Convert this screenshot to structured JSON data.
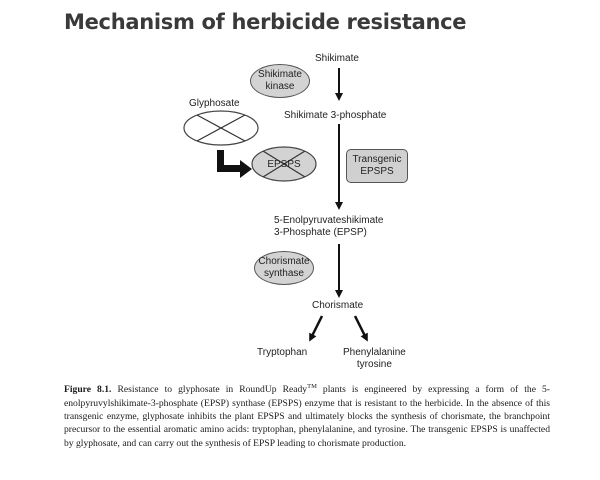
{
  "title": "Mechanism of herbicide resistance",
  "diagram": {
    "shikimate": "Shikimate",
    "shikimate_kinase": "Shikimate\nkinase",
    "shikimate_3_phosphate": "Shikimate 3-phosphate",
    "glyphosate": "Glyphosate",
    "epsps": "EPSPS",
    "transgenic_epsps": "Transgenic\nEPSPS",
    "epsp": "5-Enolpyruvateshikimate\n3-Phosphate (EPSP)",
    "chorismate_synthase": "Chorismate\nsynthase",
    "chorismate": "Chorismate",
    "tryptophan": "Tryptophan",
    "phenylalanine_tyrosine": "Phenylalanine\ntyrosine"
  },
  "caption": {
    "figure_label": "Figure 8.1.",
    "text_before_tm": "Resistance to glyphosate in RoundUp Ready",
    "tm": "TM",
    "text_after_tm": "plants is engineered by expressing a form of the 5-enolpyruvylshikimate-3-phosphate (EPSP) synthase (EPSPS) enzyme that is resistant to the herbicide. In the absence of this transgenic enzyme, glyphosate inhibits the plant EPSPS and ultimately blocks the synthesis of chorismate, the branchpoint precursor to the essential aromatic amino acids: tryptophan, phenylalanine, and tyrosine. The transgenic EPSPS is unaffected by glyphosate, and can carry out the synthesis of EPSP leading to chorismate production."
  }
}
